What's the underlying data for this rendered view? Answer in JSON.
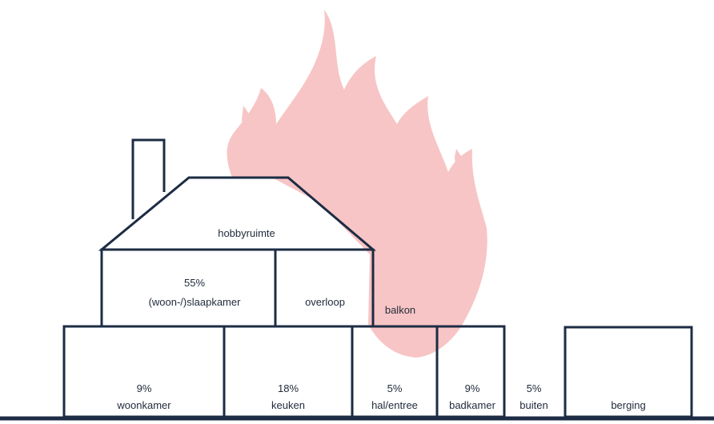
{
  "rooms": {
    "hobbyruimte": {
      "label": "hobbyruimte"
    },
    "slaapkamer": {
      "percent": "55%",
      "label": "(woon-/)slaapkamer"
    },
    "overloop": {
      "label": "overloop"
    },
    "balkon": {
      "label": "balkon"
    },
    "woonkamer": {
      "percent": "9%",
      "label": "woonkamer"
    },
    "keuken": {
      "percent": "18%",
      "label": "keuken"
    },
    "hal_entree": {
      "percent": "5%",
      "label": "hal/entree"
    },
    "badkamer": {
      "percent": "9%",
      "label": "badkamer"
    },
    "buiten": {
      "percent": "5%",
      "label": "buiten"
    },
    "berging": {
      "label": "berging"
    }
  },
  "colors": {
    "outline": "#1d2c44",
    "flame": "#f7c5c5",
    "text": "#1f2a3a",
    "background": "#ffffff"
  },
  "icons": {
    "flame": "flame-icon"
  }
}
